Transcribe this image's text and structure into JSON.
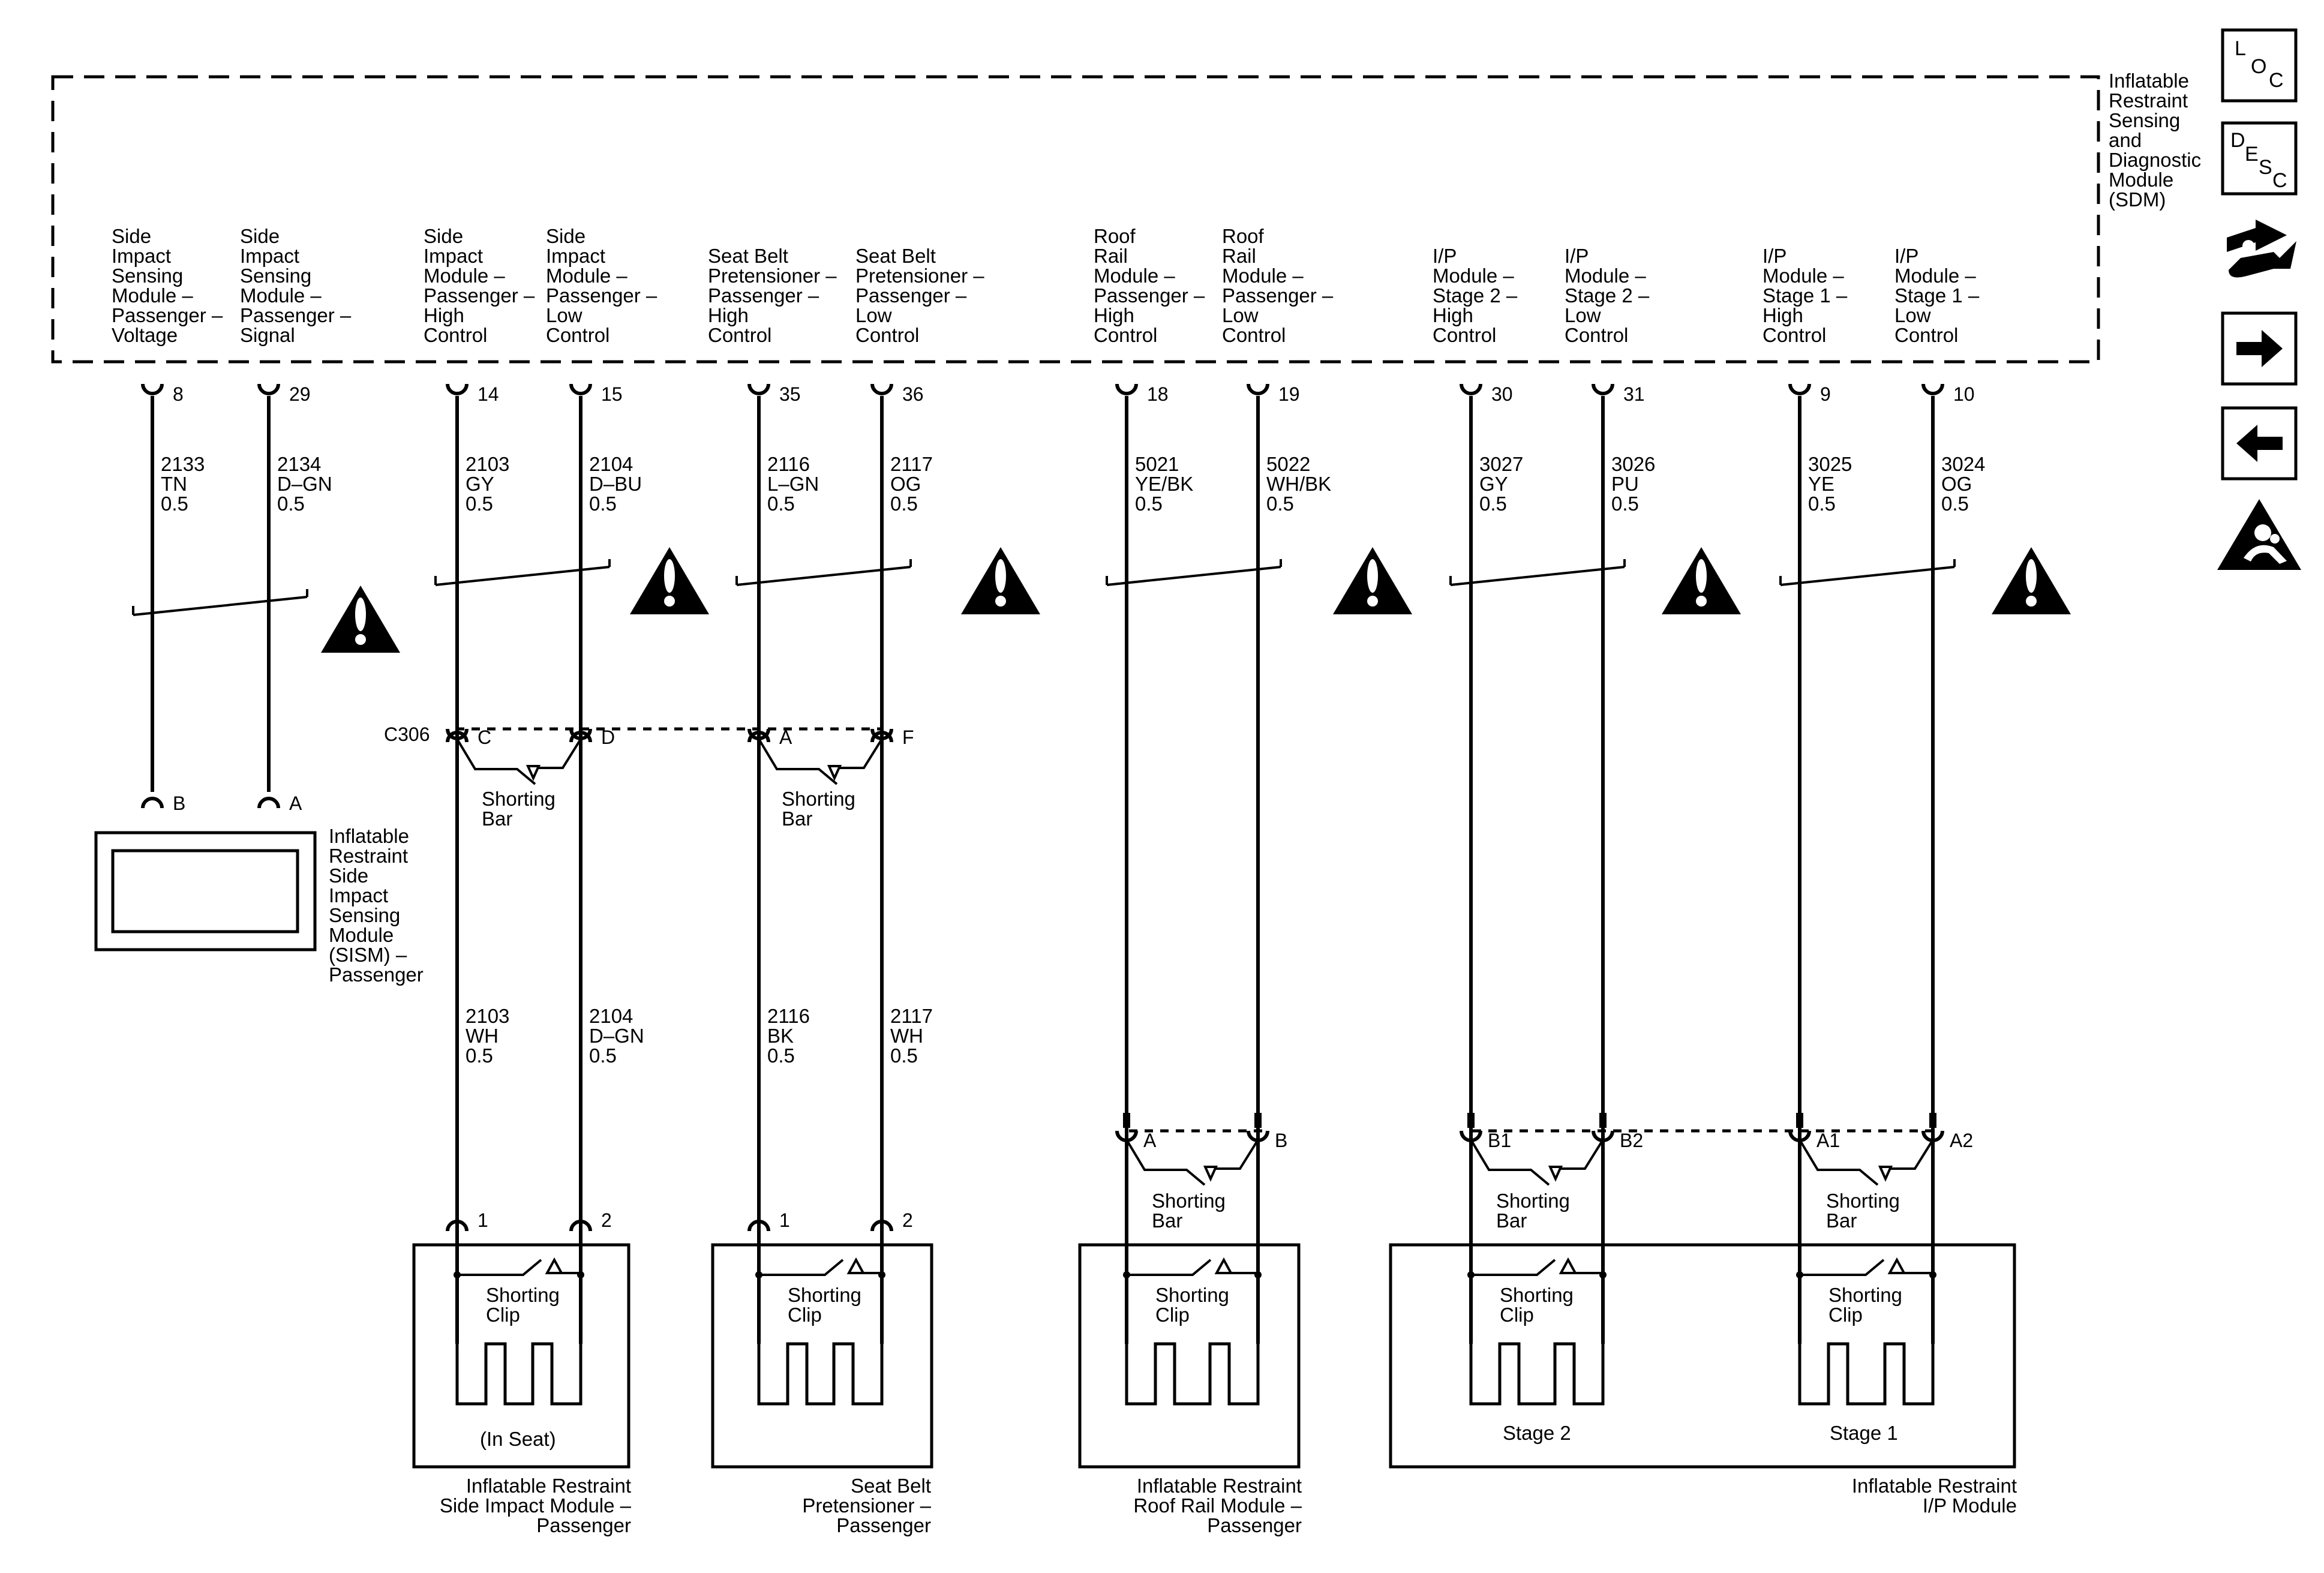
{
  "sdm": {
    "name": [
      "Inflatable",
      "Restraint",
      "Sensing",
      "and",
      "Diagnostic",
      "Module",
      "(SDM)"
    ],
    "circuits": [
      {
        "desc": [
          "Side",
          "Impact",
          "Sensing",
          "Module –",
          "Passenger –",
          "Voltage"
        ],
        "pin": "8",
        "wire1": [
          "2133",
          "TN",
          "0.5"
        ]
      },
      {
        "desc": [
          "Side",
          "Impact",
          "Sensing",
          "Module –",
          "Passenger –",
          "Signal"
        ],
        "pin": "29",
        "wire1": [
          "2134",
          "D–GN",
          "0.5"
        ]
      },
      {
        "desc": [
          "Side",
          "Impact",
          "Module –",
          "Passenger –",
          "High",
          "Control"
        ],
        "pin": "14",
        "wire1": [
          "2103",
          "GY",
          "0.5"
        ],
        "wire2": [
          "2103",
          "WH",
          "0.5"
        ]
      },
      {
        "desc": [
          "Side",
          "Impact",
          "Module –",
          "Passenger –",
          "Low",
          "Control"
        ],
        "pin": "15",
        "wire1": [
          "2104",
          "D–BU",
          "0.5"
        ],
        "wire2": [
          "2104",
          "D–GN",
          "0.5"
        ]
      },
      {
        "desc": [
          "Seat Belt",
          "Pretensioner –",
          "Passenger –",
          "High",
          "Control"
        ],
        "pin": "35",
        "wire1": [
          "2116",
          "L–GN",
          "0.5"
        ],
        "wire2": [
          "2116",
          "BK",
          "0.5"
        ]
      },
      {
        "desc": [
          "Seat Belt",
          "Pretensioner –",
          "Passenger –",
          "Low",
          "Control"
        ],
        "pin": "36",
        "wire1": [
          "2117",
          "OG",
          "0.5"
        ],
        "wire2": [
          "2117",
          "WH",
          "0.5"
        ]
      },
      {
        "desc": [
          "Roof",
          "Rail",
          "Module –",
          "Passenger –",
          "High",
          "Control"
        ],
        "pin": "18",
        "wire1": [
          "5021",
          "YE/BK",
          "0.5"
        ]
      },
      {
        "desc": [
          "Roof",
          "Rail",
          "Module –",
          "Passenger –",
          "Low",
          "Control"
        ],
        "pin": "19",
        "wire1": [
          "5022",
          "WH/BK",
          "0.5"
        ]
      },
      {
        "desc": [
          "I/P",
          "Module –",
          "Stage 2 –",
          "High",
          "Control"
        ],
        "pin": "30",
        "wire1": [
          "3027",
          "GY",
          "0.5"
        ]
      },
      {
        "desc": [
          "I/P",
          "Module –",
          "Stage 2 –",
          "Low",
          "Control"
        ],
        "pin": "31",
        "wire1": [
          "3026",
          "PU",
          "0.5"
        ]
      },
      {
        "desc": [
          "I/P",
          "Module –",
          "Stage 1 –",
          "High",
          "Control"
        ],
        "pin": "9",
        "wire1": [
          "3025",
          "YE",
          "0.5"
        ]
      },
      {
        "desc": [
          "I/P",
          "Module –",
          "Stage 1 –",
          "Low",
          "Control"
        ],
        "pin": "10",
        "wire1": [
          "3024",
          "OG",
          "0.5"
        ]
      }
    ]
  },
  "connectors": {
    "c306_name": "C306",
    "c306_pins": [
      "C",
      "D",
      "A",
      "F"
    ],
    "sism_pins": [
      "B",
      "A"
    ],
    "side_impact_pins": [
      "1",
      "2"
    ],
    "pretensioner_pins": [
      "1",
      "2"
    ],
    "roof_rail_pins": [
      "A",
      "B"
    ],
    "ip_pins": [
      "B1",
      "B2",
      "A1",
      "A2"
    ]
  },
  "labels": {
    "shorting_bar": [
      "Shorting",
      "Bar"
    ],
    "shorting_clip": [
      "Shorting",
      "Clip"
    ]
  },
  "modules": {
    "sism": [
      "Inflatable",
      "Restraint",
      "Side",
      "Impact",
      "Sensing",
      "Module",
      "(SISM) –",
      "Passenger"
    ],
    "side_impact": [
      "Inflatable Restraint",
      "Side Impact Module –",
      "Passenger"
    ],
    "side_impact_note": "(In Seat)",
    "pretensioner": [
      "Seat Belt",
      "Pretensioner –",
      "Passenger"
    ],
    "roof_rail": [
      "Inflatable Restraint",
      "Roof Rail Module –",
      "Passenger"
    ],
    "ip": [
      "Inflatable Restraint",
      "I/P Module"
    ],
    "ip_stage2": "Stage 2",
    "ip_stage1": "Stage 1"
  },
  "nav_icons": {
    "loc": [
      "L",
      "O",
      "C"
    ],
    "desc": [
      "D",
      "E",
      "S",
      "C"
    ],
    "names": [
      "loc-icon",
      "desc-icon",
      "connector-wrench-icon",
      "next-arrow-icon",
      "previous-arrow-icon",
      "airbag-person-icon"
    ]
  }
}
